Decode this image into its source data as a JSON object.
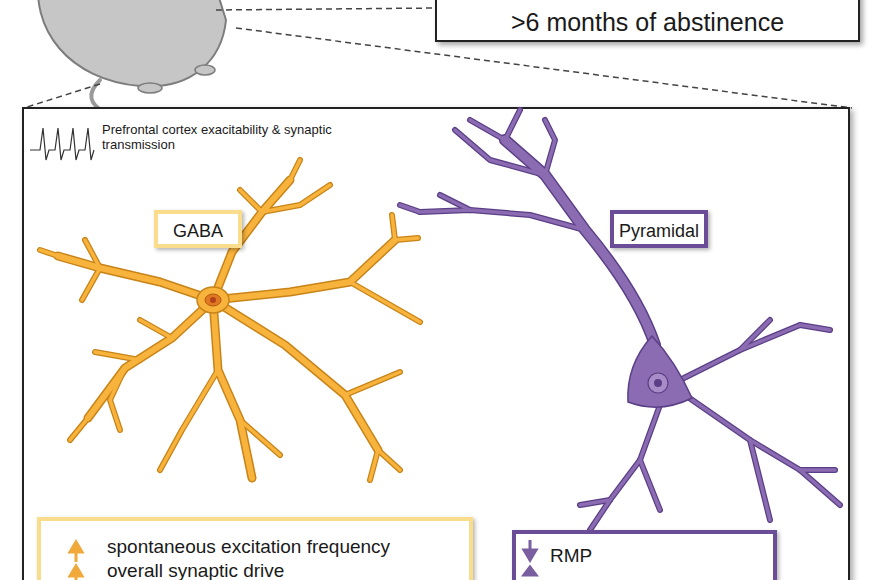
{
  "diagram": {
    "nodes": [
      {
        "text": [
          ">6 months of abstinence"
        ]
      },
      {
        "text": [
          "Prefrontal cortex exacitability & synaptic transmission"
        ]
      },
      {
        "text": [
          "GABA"
        ],
        "in": 1
      },
      {
        "text": [
          "Pyramidal"
        ],
        "in": 1
      },
      {
        "text": [
          "spontaneous excitation frequency",
          "overall synaptic drive"
        ],
        "in": 1
      },
      {
        "text": [
          "RMP"
        ],
        "in": 1
      }
    ]
  }
}
